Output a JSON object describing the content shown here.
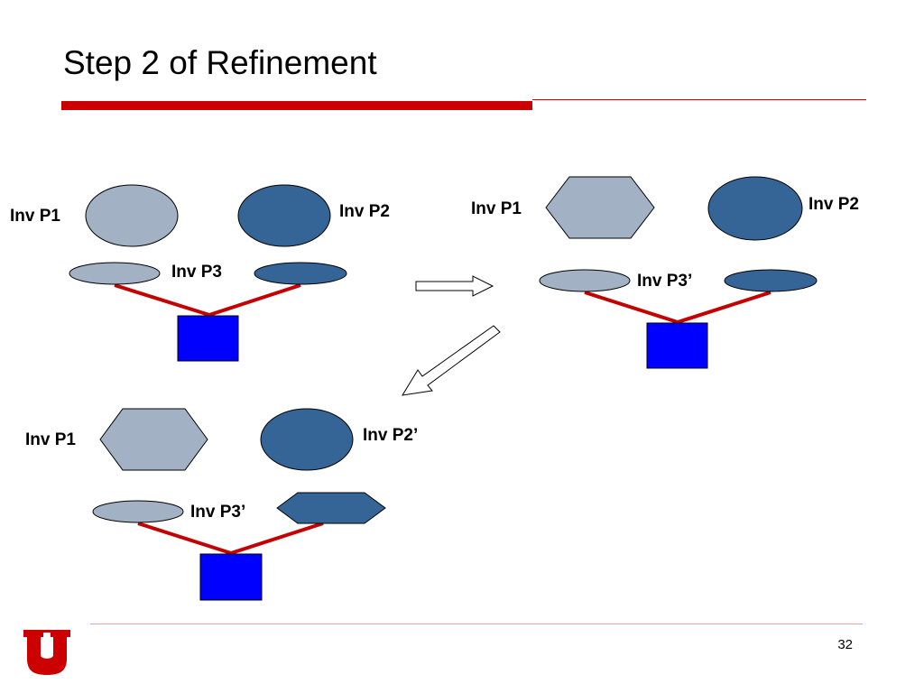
{
  "slide": {
    "title": "Step 2 of Refinement",
    "page_number": "32",
    "accent_color": "#cc0000"
  },
  "diagram": {
    "shape_colors": {
      "light": "#a2b2c4",
      "dark": "#356597",
      "base": "#0000ff",
      "connector": "#c40000"
    },
    "groups": [
      {
        "label_p1": "Inv P1",
        "label_p2": "Inv P2",
        "label_p3": "Inv P3"
      },
      {
        "label_p1": "Inv P1",
        "label_p2": "Inv P2",
        "label_p3": "Inv P3’"
      },
      {
        "label_p1": "Inv P1",
        "label_p2": "Inv P2’",
        "label_p3": "Inv P3’"
      }
    ],
    "arrows": [
      "right-arrow",
      "down-left-arrow"
    ]
  },
  "logo": {
    "name": "university-of-utah-block-u-logo"
  }
}
